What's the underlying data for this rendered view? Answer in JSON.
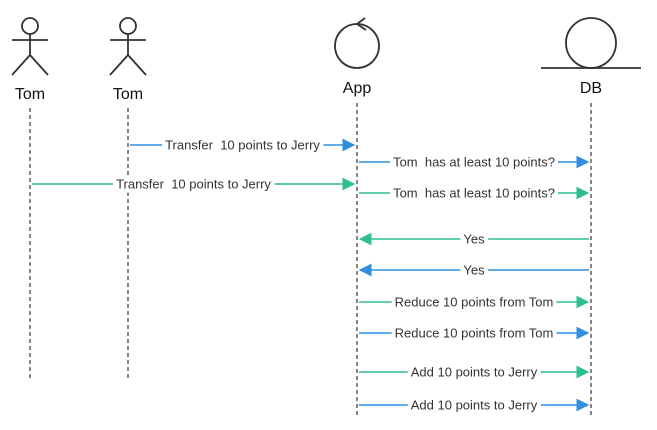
{
  "participants": [
    {
      "id": "tom1",
      "label": "Tom",
      "kind": "actor"
    },
    {
      "id": "tom2",
      "label": "Tom",
      "kind": "actor"
    },
    {
      "id": "app",
      "label": "App",
      "kind": "control"
    },
    {
      "id": "db",
      "label": "DB",
      "kind": "entity"
    }
  ],
  "colors": {
    "green": "#2fbf8f",
    "blue": "#2f8fde"
  },
  "messages": [
    {
      "from": "tom2",
      "to": "app",
      "label": "Transfer  10 points to Jerry",
      "color": "blue"
    },
    {
      "from": "app",
      "to": "db",
      "label": "Tom  has at least 10 points?",
      "color": "blue"
    },
    {
      "from": "tom1",
      "to": "app",
      "label": "Transfer  10 points to Jerry",
      "color": "green"
    },
    {
      "from": "app",
      "to": "db",
      "label": "Tom  has at least 10 points?",
      "color": "green"
    },
    {
      "from": "db",
      "to": "app",
      "label": "Yes",
      "color": "green"
    },
    {
      "from": "db",
      "to": "app",
      "label": "Yes",
      "color": "blue"
    },
    {
      "from": "app",
      "to": "db",
      "label": "Reduce 10 points from Tom",
      "color": "green"
    },
    {
      "from": "app",
      "to": "db",
      "label": "Reduce 10 points from Tom",
      "color": "blue"
    },
    {
      "from": "app",
      "to": "db",
      "label": "Add 10 points to Jerry",
      "color": "green"
    },
    {
      "from": "app",
      "to": "db",
      "label": "Add 10 points to Jerry",
      "color": "blue"
    }
  ]
}
